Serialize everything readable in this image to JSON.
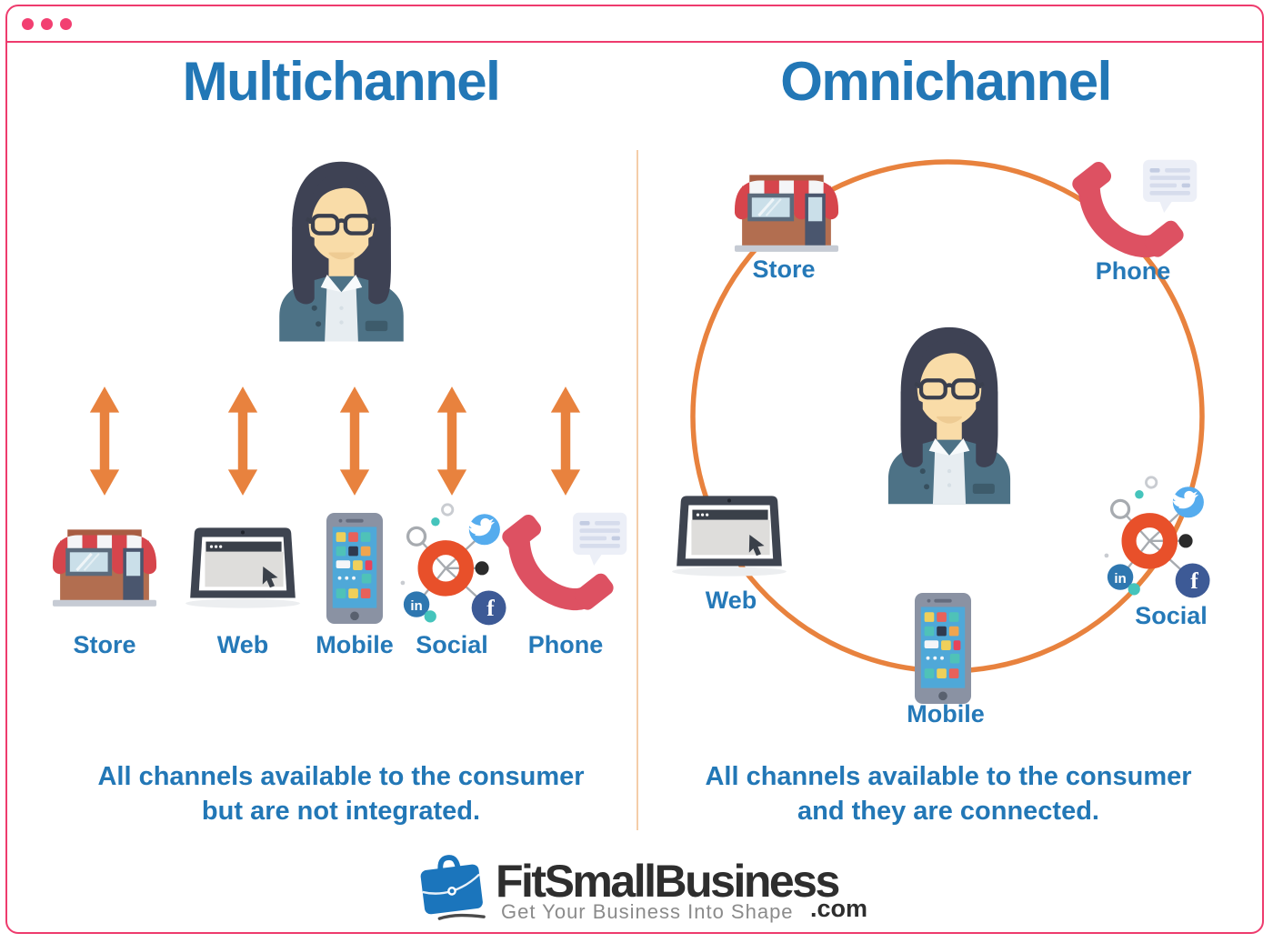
{
  "left": {
    "title": "Multichannel",
    "channels": [
      "Store",
      "Web",
      "Mobile",
      "Social",
      "Phone"
    ],
    "caption_line1": "All channels available to the consumer",
    "caption_line2": "but are not integrated."
  },
  "right": {
    "title": "Omnichannel",
    "channels": [
      "Store",
      "Phone",
      "Web",
      "Social",
      "Mobile"
    ],
    "caption_line1": "All channels available to the consumer",
    "caption_line2": "and they are connected."
  },
  "footer": {
    "brand": "FitSmallBusiness",
    "tld": ".com",
    "tagline": "Get Your Business Into Shape"
  },
  "icons": {
    "window_dots": "window-dots-icon",
    "consumer": "consumer-avatar-icon",
    "store": "storefront-icon",
    "web": "laptop-icon",
    "mobile": "smartphone-icon",
    "social": "social-network-icon",
    "phone": "phone-handset-icon",
    "arrow": "double-arrow-icon",
    "logo": "briefcase-icon",
    "social_glyphs": {
      "linkedin": "in",
      "facebook": "f"
    }
  },
  "colors": {
    "frame_pink": "#EE3B6D",
    "heading_blue": "#2277B6",
    "label_blue": "#2579B8",
    "arrow_orange": "#E8823E",
    "ring_orange": "#E8823E",
    "social_hub_orange": "#E8502A",
    "phone_red": "#DD5162",
    "divider_peach": "#F4CDA9",
    "logo_blue": "#1B75BC",
    "logo_dark": "#2E2E2E",
    "tagline_gray": "#8B8B8B"
  }
}
